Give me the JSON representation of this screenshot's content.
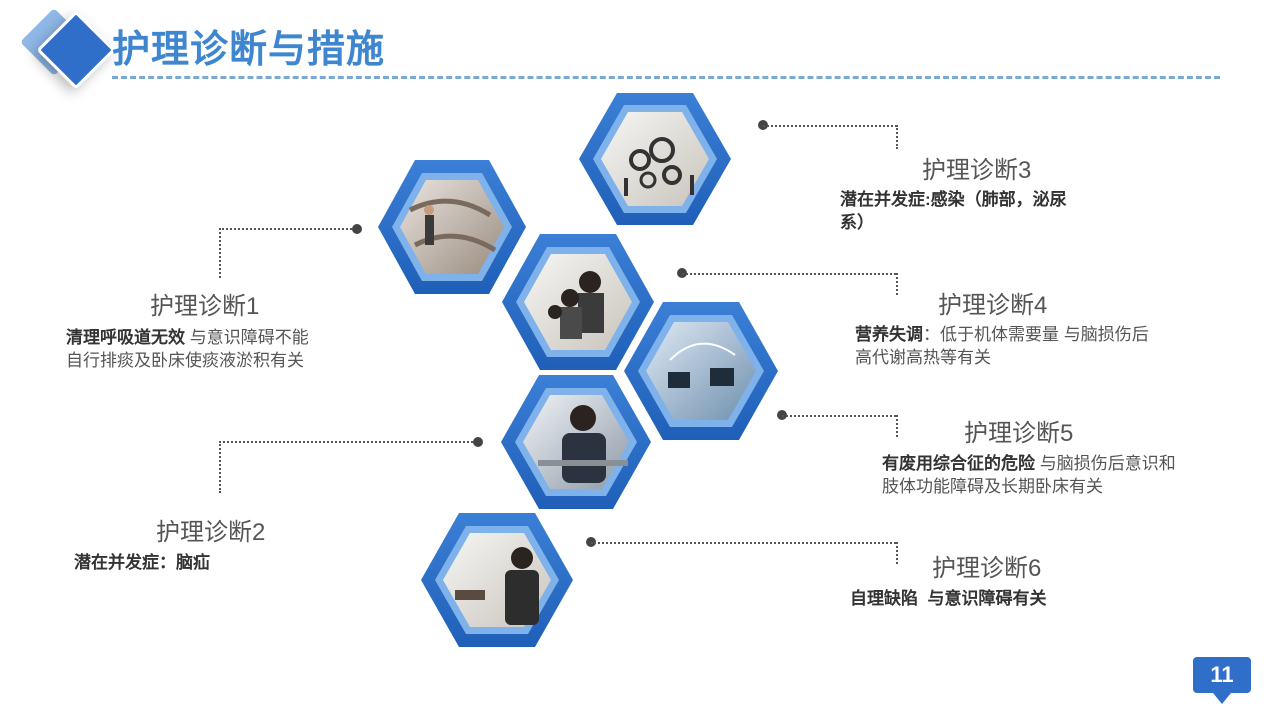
{
  "slide": {
    "title": "护理诊断与措施",
    "page_number": "11"
  },
  "diagnoses": [
    {
      "heading": "护理诊断1",
      "bold": "清理呼吸道无效",
      "text": " 与意识障碍不能自行排痰及卧床使痰液淤积有关"
    },
    {
      "heading": "护理诊断2",
      "bold": "潜在并发症：脑疝",
      "text": ""
    },
    {
      "heading": "护理诊断3",
      "bold": "潜在并发症:感染（肺部，泌尿系）",
      "text": ""
    },
    {
      "heading": "护理诊断4",
      "bold": "营养失调",
      "text": "：低于机体需要量 与脑损伤后高代谢高热等有关"
    },
    {
      "heading": "护理诊断5",
      "bold": "有废用综合征的危险",
      "text": " 与脑损伤后意识和肢体功能障碍及长期卧床有关"
    },
    {
      "heading": "护理诊断6",
      "bold": "自理缺陷  与意识障碍有关",
      "text": ""
    }
  ],
  "colors": {
    "accent": "#3e86cf",
    "hex_outer": "#2f6fc9",
    "hex_ring": "#5b9be0"
  }
}
